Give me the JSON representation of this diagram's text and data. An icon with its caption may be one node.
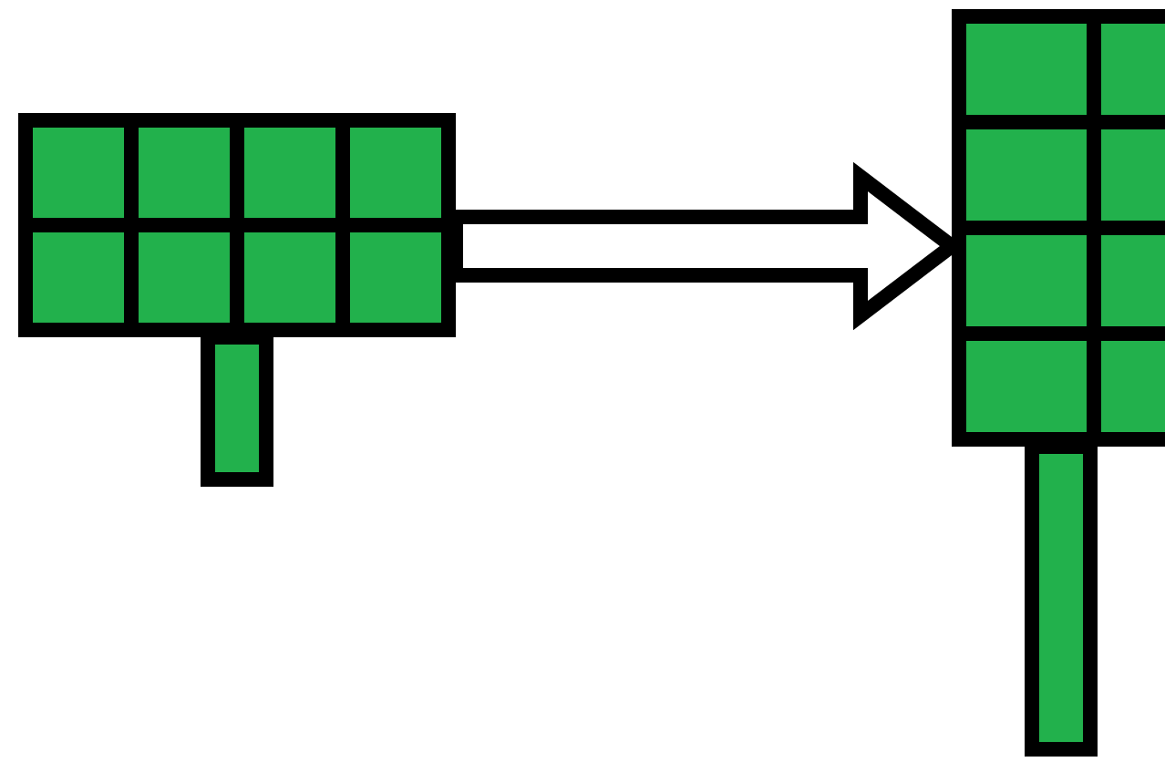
{
  "diagram": {
    "nodes": [
      {
        "text": [],
        "shape": "grid"
      },
      {
        "text": [],
        "shape": "grid"
      }
    ],
    "edges": [
      {
        "from": 0,
        "to": 1,
        "arrow": "to"
      }
    ]
  }
}
